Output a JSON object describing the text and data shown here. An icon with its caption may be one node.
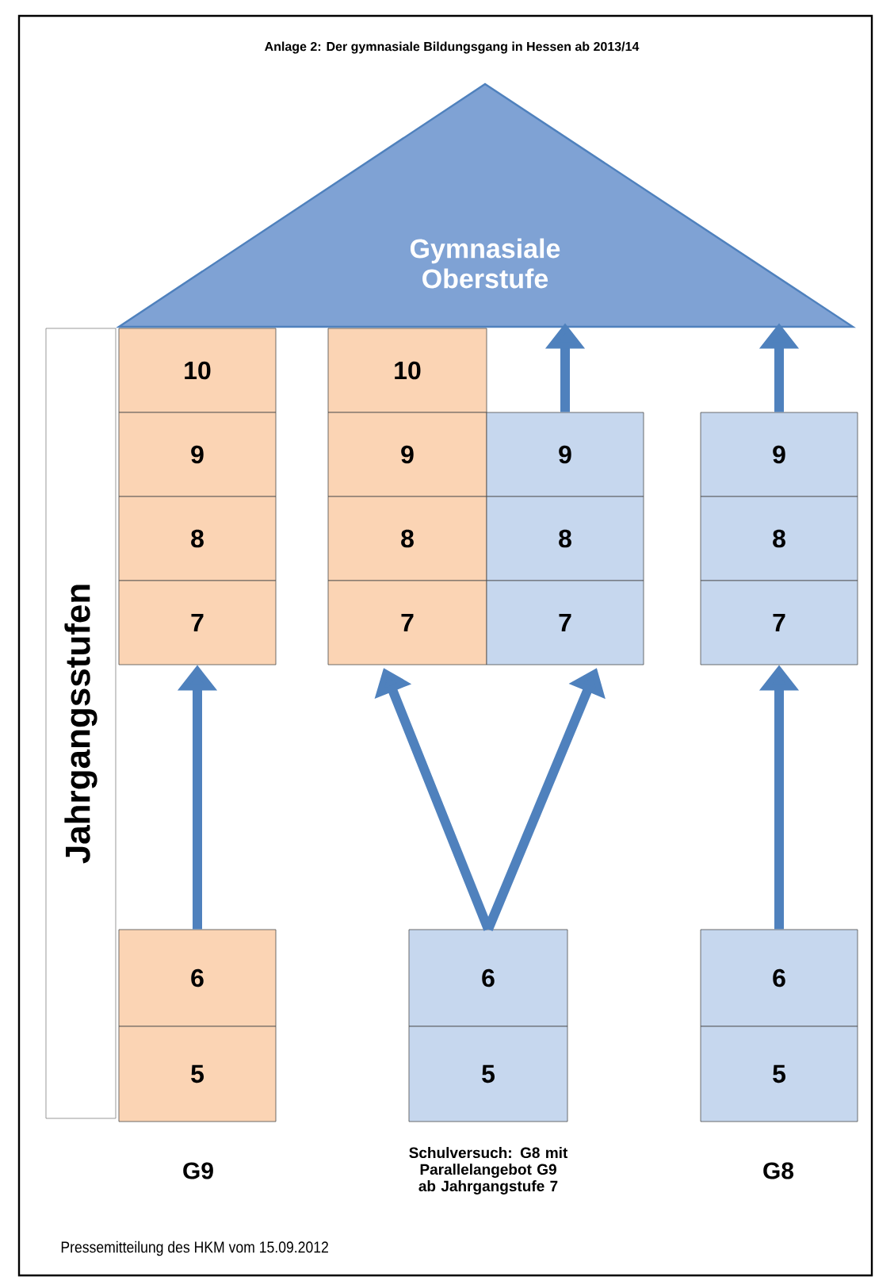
{
  "diagram": {
    "title": "Anlage 2: Der gymnasiale Bildungsgang in Hessen ab 2013/14",
    "nodes": [
      {
        "text": [
          "Gymnasiale Oberstufe"
        ]
      },
      {
        "text": [
          "Jahrgangsstufen"
        ]
      },
      {
        "text": [
          "10"
        ]
      },
      {
        "text": [
          "10"
        ]
      },
      {
        "text": [
          "9"
        ]
      },
      {
        "text": [
          "9"
        ]
      },
      {
        "text": [
          "9"
        ]
      },
      {
        "text": [
          "9"
        ]
      },
      {
        "text": [
          "8"
        ]
      },
      {
        "text": [
          "8"
        ]
      },
      {
        "text": [
          "8"
        ]
      },
      {
        "text": [
          "8"
        ]
      },
      {
        "text": [
          "7"
        ]
      },
      {
        "text": [
          "7"
        ]
      },
      {
        "text": [
          "7"
        ]
      },
      {
        "text": [
          "7"
        ]
      },
      {
        "text": [
          "6"
        ]
      },
      {
        "text": [
          "6"
        ]
      },
      {
        "text": [
          "6"
        ]
      },
      {
        "text": [
          "5"
        ]
      },
      {
        "text": [
          "5"
        ]
      },
      {
        "text": [
          "5"
        ]
      }
    ],
    "edges": [
      {
        "from": 6,
        "to": 0,
        "arrow": "to"
      },
      {
        "from": 7,
        "to": 0,
        "arrow": "to"
      },
      {
        "from": 16,
        "to": 12,
        "arrow": "to"
      },
      {
        "from": 17,
        "to": 13,
        "arrow": "to"
      },
      {
        "from": 17,
        "to": 14,
        "arrow": "to"
      },
      {
        "from": 18,
        "to": 15,
        "arrow": "to"
      }
    ],
    "labels": [
      "G9",
      "Schulversuch: G8 mit Parallelangebot G9 ab Jahrgangstufe 7",
      "G8",
      "Pressemitteilung des HKM vom 15.09.2012"
    ]
  }
}
